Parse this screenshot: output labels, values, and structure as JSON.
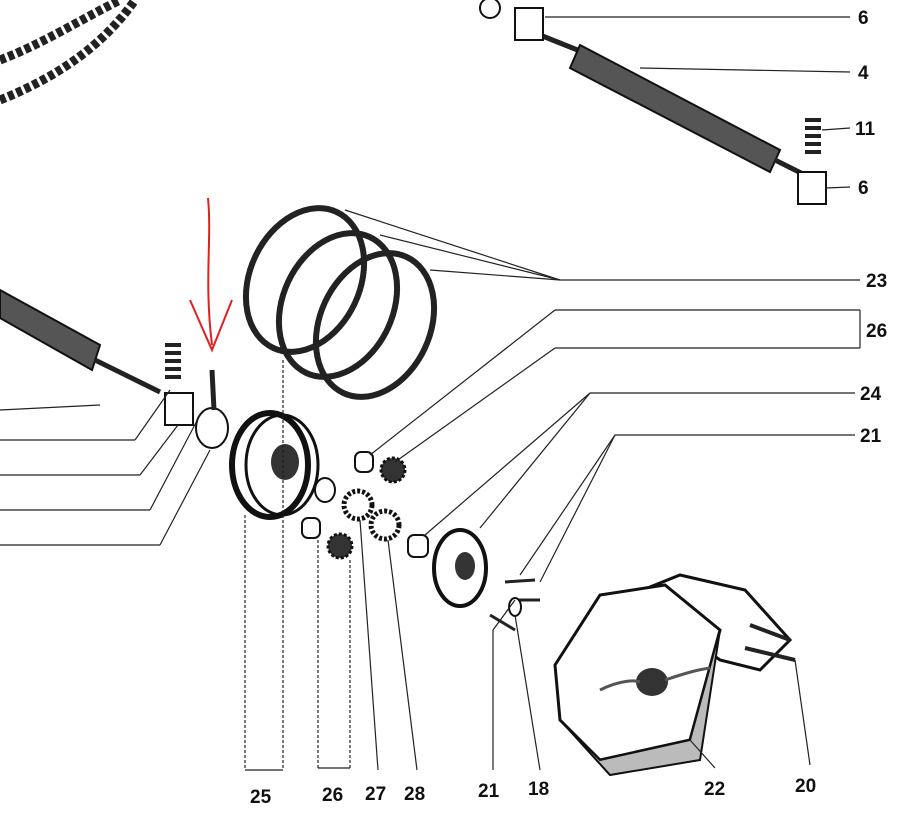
{
  "diagram": {
    "type": "exploded parts drawing",
    "annotation_color": "#e02020",
    "labels_right": [
      "6",
      "4",
      "11",
      "6",
      "23",
      "26",
      "24",
      "21"
    ],
    "labels_bottom": [
      "25",
      "26",
      "27",
      "28",
      "21",
      "18",
      "22",
      "20"
    ]
  }
}
